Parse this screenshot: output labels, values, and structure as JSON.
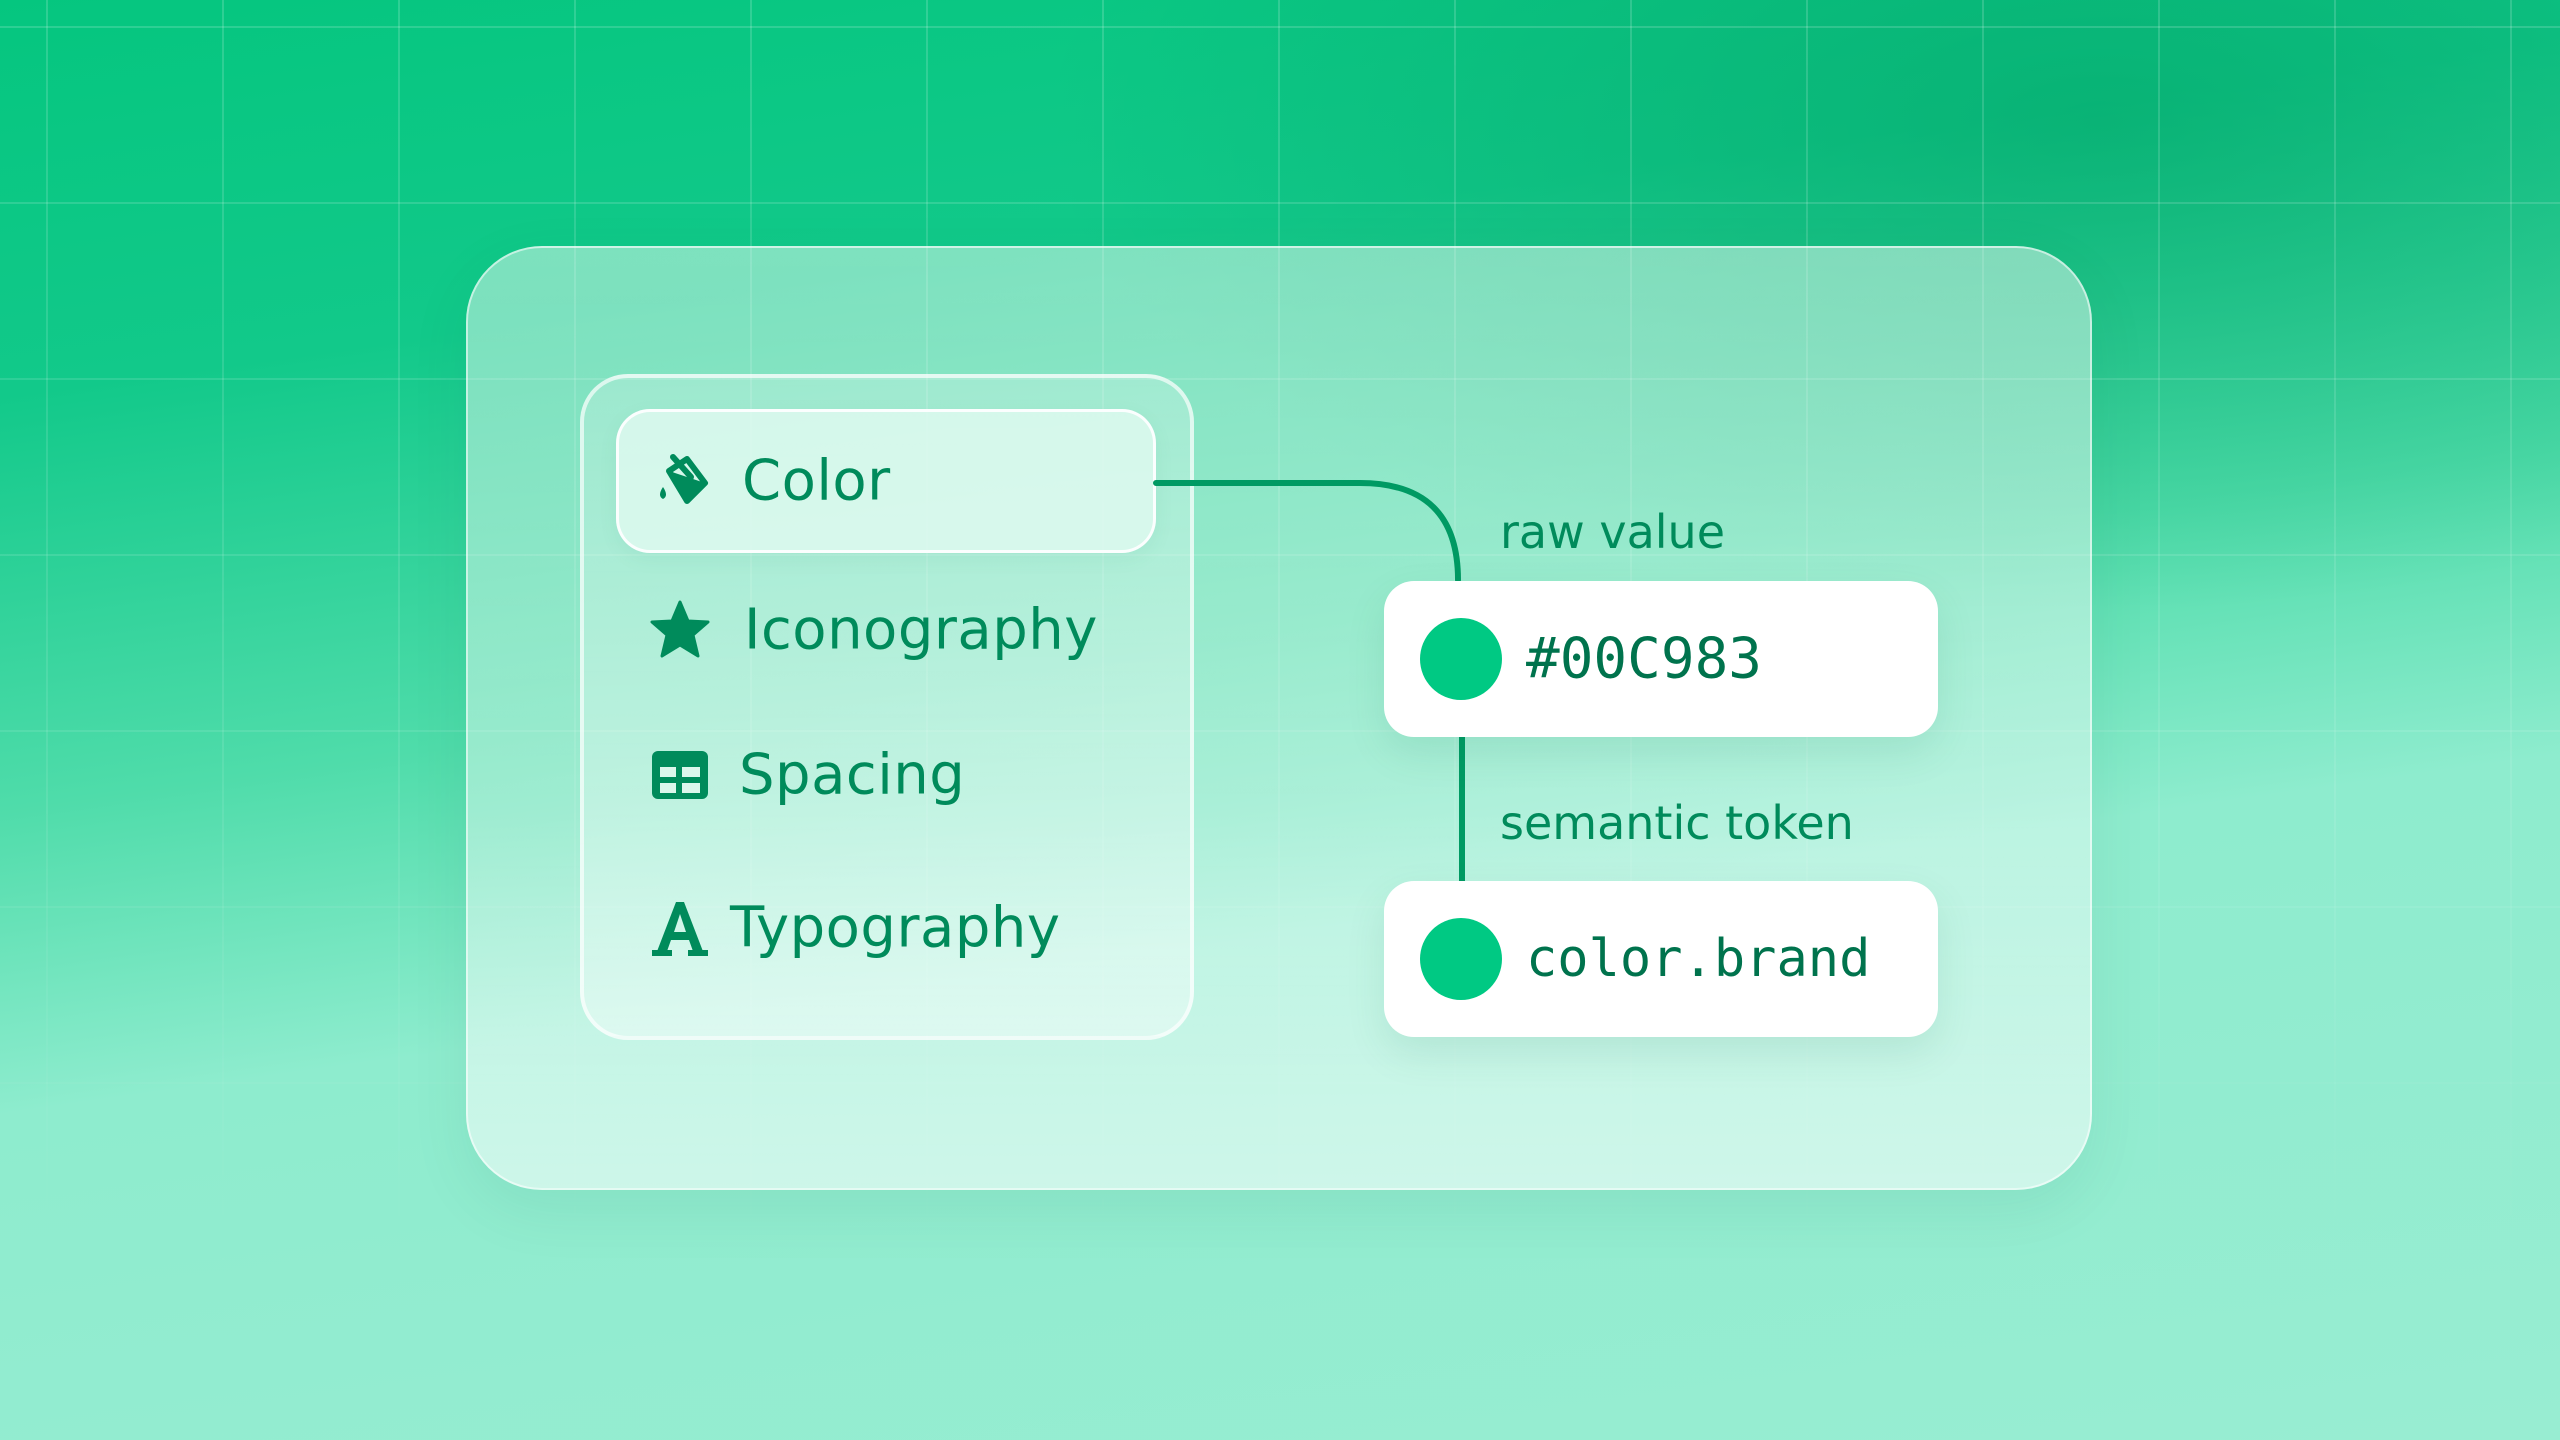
{
  "menu": {
    "items": [
      {
        "label": "Color",
        "icon": "paint-bucket-icon",
        "active": true
      },
      {
        "label": "Iconography",
        "icon": "star-icon",
        "active": false
      },
      {
        "label": "Spacing",
        "icon": "table-grid-icon",
        "active": false
      },
      {
        "label": "Typography",
        "icon": "letter-a-icon",
        "active": false
      }
    ]
  },
  "tokens": {
    "raw": {
      "caption": "raw value",
      "value": "#00C983",
      "swatch_color": "#00C983"
    },
    "semantic": {
      "caption": "semantic token",
      "value": "color.brand",
      "swatch_color": "#00C983"
    }
  },
  "colors": {
    "accent": "#008B5B",
    "brand": "#00C983",
    "connector": "#009A63"
  }
}
